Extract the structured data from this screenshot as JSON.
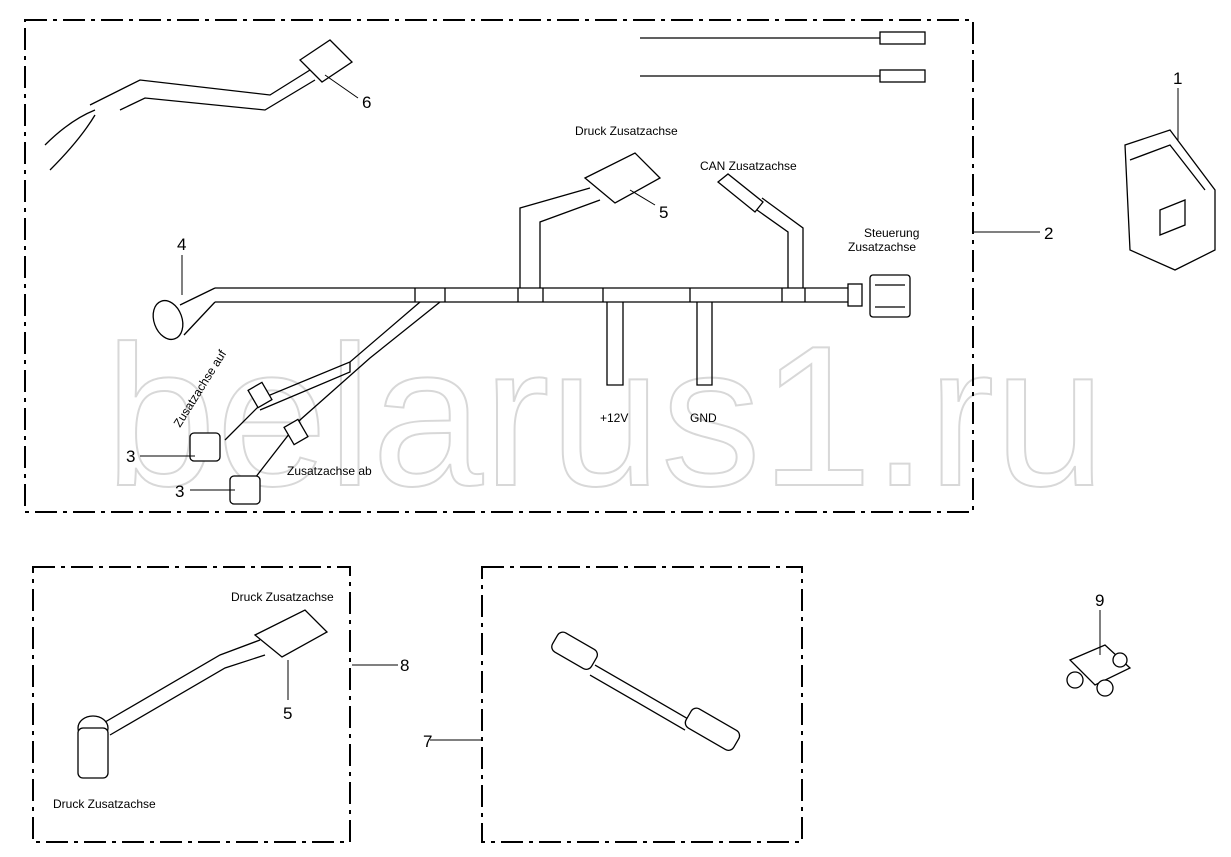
{
  "watermark": "belarus1.ru",
  "main_kit": {
    "labels": {
      "druck": "Druck Zusatzachse",
      "can": "CAN Zusatzachse",
      "steuerung_1": "Steuerung",
      "steuerung_2": "Zusatzachse",
      "auf": "Zusatzachse auf",
      "ab": "Zusatzachse ab",
      "plus12v": "+12V",
      "gnd": "GND"
    },
    "callouts": {
      "c1": "1",
      "c2": "2",
      "c3a": "3",
      "c3b": "3",
      "c4": "4",
      "c5": "5",
      "c6": "6"
    }
  },
  "kit_8": {
    "label_top": "Druck Zusatzachse",
    "label_bottom": "Druck Zusatzachse",
    "callouts": {
      "c8": "8",
      "c5": "5"
    }
  },
  "kit_7": {
    "callouts": {
      "c7": "7"
    }
  },
  "part_9": {
    "callouts": {
      "c9": "9"
    }
  }
}
